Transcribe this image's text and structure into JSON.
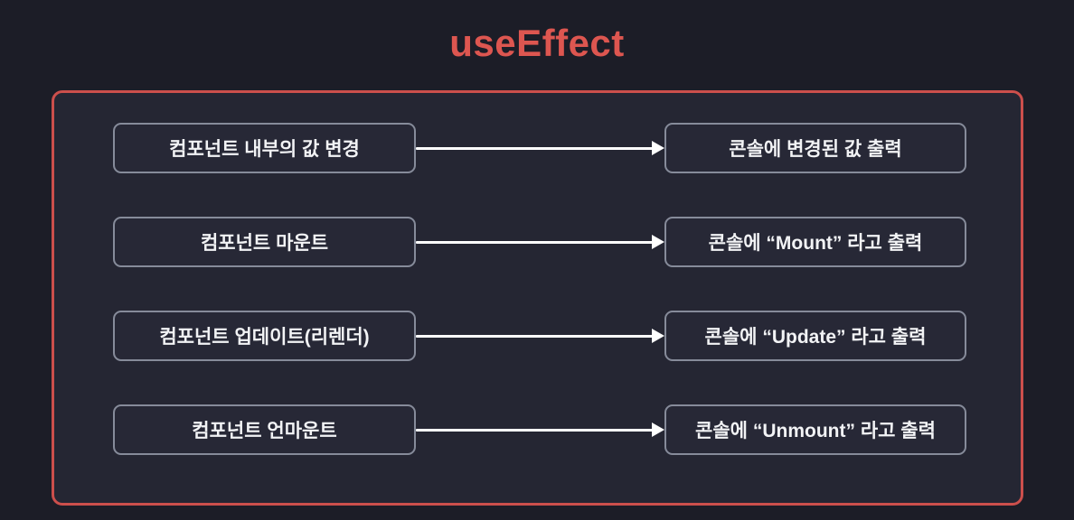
{
  "page": {
    "title": "useEffect"
  },
  "colors": {
    "background": "#1c1d27",
    "panel_background": "#252633",
    "panel_border": "#cc4f4c",
    "box_background": "#272836",
    "box_border": "#868b9a",
    "title": "#dd5650",
    "text": "#f2f3f5",
    "arrow": "#ffffff"
  },
  "diagram": {
    "rows": [
      {
        "left": "컴포넌트 내부의 값 변경",
        "right": "콘솔에 변경된 값 출력",
        "connector": "right-arrow"
      },
      {
        "left": "컴포넌트 마운트",
        "right": "콘솔에 “Mount” 라고 출력",
        "connector": "right-arrow"
      },
      {
        "left": "컴포넌트 업데이트(리렌더)",
        "right": "콘솔에 “Update” 라고 출력",
        "connector": "right-arrow"
      },
      {
        "left": "컴포넌트 언마운트",
        "right": "콘솔에 “Unmount” 라고 출력",
        "connector": "right-arrow"
      }
    ]
  }
}
